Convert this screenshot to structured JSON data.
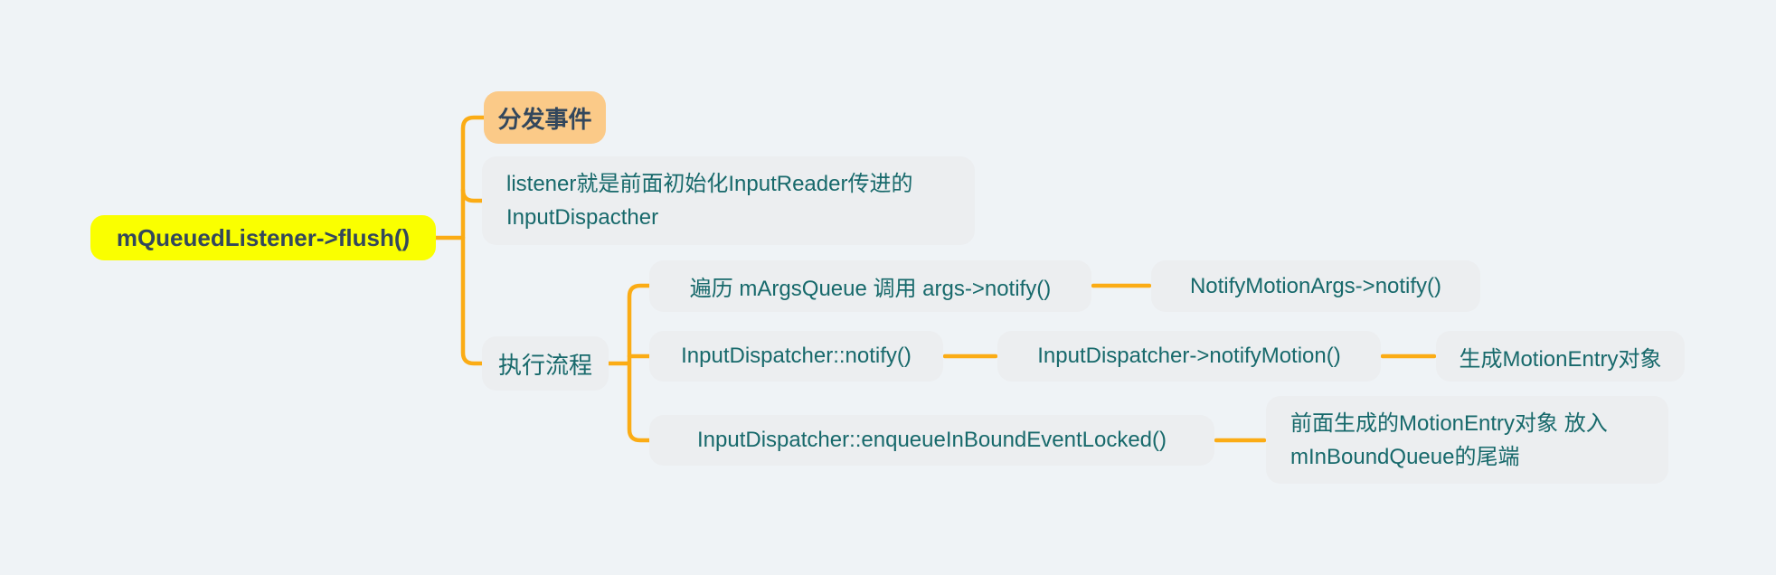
{
  "app": {
    "type": "mindmap"
  },
  "colors": {
    "background": "#EFF3F6",
    "root_fill": "#FAFF00",
    "root_text": "#33475C",
    "branch_fill": "#FBCA88",
    "branch_text": "#33475C",
    "node_fill": "#ECEEF0",
    "node_text": "#17696B",
    "connector": "#FBAC15"
  },
  "nodes": {
    "root": {
      "label": "mQueuedListener->flush()"
    },
    "dispatch_event": {
      "label": "分发事件"
    },
    "listener_note": {
      "lines": [
        "listener就是前面初始化InputReader传进的",
        "InputDispacther"
      ]
    },
    "exec_flow": {
      "label": "执行流程"
    },
    "traverse_argsqueue": {
      "label": "遍历 mArgsQueue 调用 args->notify()"
    },
    "notify_motion_args": {
      "label": "NotifyMotionArgs->notify()"
    },
    "dispatcher_notify": {
      "label": "InputDispatcher::notify()"
    },
    "dispatcher_notify_motion": {
      "label": "InputDispatcher->notifyMotion()"
    },
    "create_motion_entry": {
      "label": "生成MotionEntry对象"
    },
    "enqueue_inbound": {
      "label": "InputDispatcher::enqueueInBoundEventLocked()"
    },
    "motion_entry_queue": {
      "lines": [
        "前面生成的MotionEntry对象 放入",
        "mInBoundQueue的尾端"
      ]
    }
  }
}
